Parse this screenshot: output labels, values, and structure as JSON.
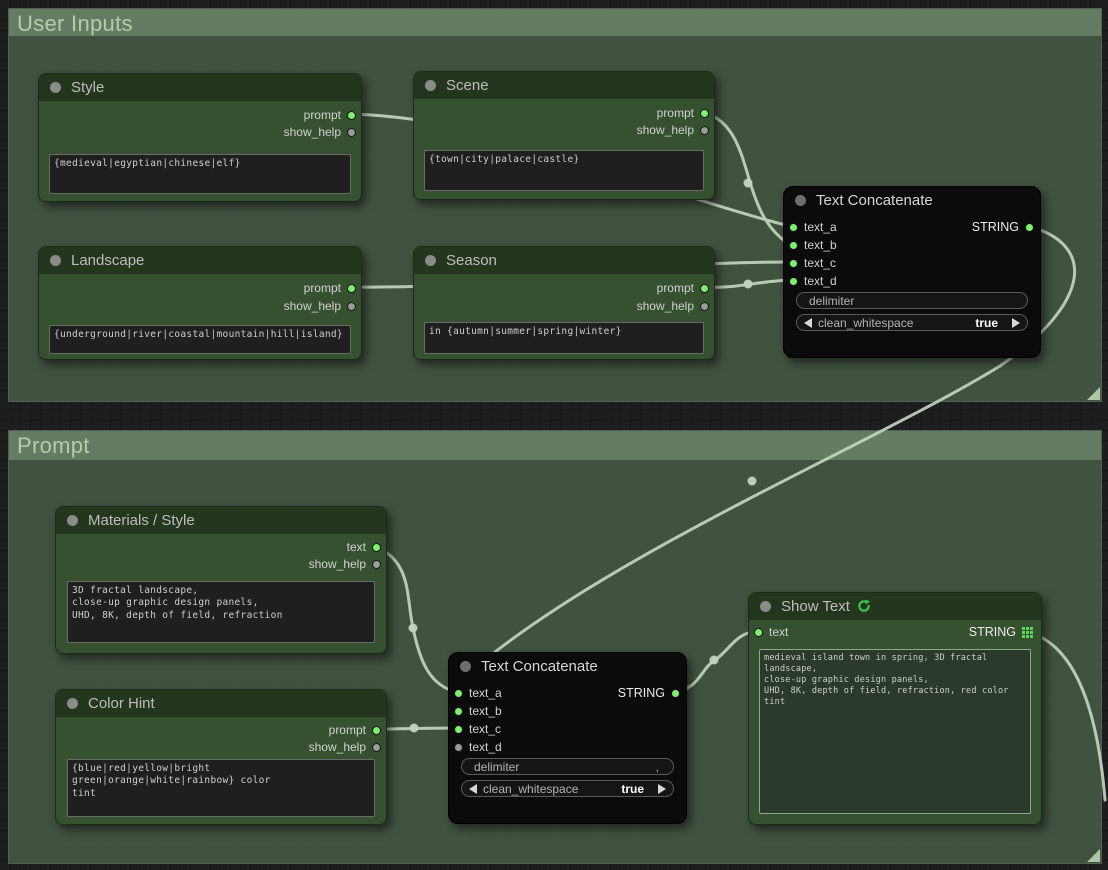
{
  "colors": {
    "wire": "#c3d4bf",
    "port_connected": "#7df16d",
    "port_unconnected": "#9a9a9a",
    "accent_green": "#3fd04f"
  },
  "groups": {
    "user_inputs": {
      "title": "User Inputs"
    },
    "prompt": {
      "title": "Prompt"
    }
  },
  "nodes": {
    "style": {
      "title": "Style",
      "outputs": [
        "prompt",
        "show_help"
      ],
      "text": "{medieval|egyptian|chinese|elf}"
    },
    "scene": {
      "title": "Scene",
      "outputs": [
        "prompt",
        "show_help"
      ],
      "text": "{town|city|palace|castle}"
    },
    "landscape": {
      "title": "Landscape",
      "outputs": [
        "prompt",
        "show_help"
      ],
      "text": "{underground|river|coastal|mountain|hill|island}"
    },
    "season": {
      "title": "Season",
      "outputs": [
        "prompt",
        "show_help"
      ],
      "text": "in {autumn|summer|spring|winter}"
    },
    "concat_top": {
      "title": "Text Concatenate",
      "inputs": [
        "text_a",
        "text_b",
        "text_c",
        "text_d"
      ],
      "output": "STRING",
      "widgets": {
        "delimiter_label": "delimiter",
        "delimiter_value": "",
        "clean_whitespace_label": "clean_whitespace",
        "clean_whitespace_value": "true"
      }
    },
    "materials": {
      "title": "Materials / Style",
      "outputs": [
        "text",
        "show_help"
      ],
      "text": "3D fractal landscape,\nclose-up graphic design panels,\nUHD, 8K, depth of field, refraction"
    },
    "color_hint": {
      "title": "Color Hint",
      "outputs": [
        "prompt",
        "show_help"
      ],
      "text": "{blue|red|yellow|bright green|orange|white|rainbow} color\ntint"
    },
    "concat_bottom": {
      "title": "Text Concatenate",
      "inputs": [
        "text_a",
        "text_b",
        "text_c",
        "text_d"
      ],
      "output": "STRING",
      "widgets": {
        "delimiter_label": "delimiter",
        "delimiter_value": ",",
        "clean_whitespace_label": "clean_whitespace",
        "clean_whitespace_value": "true"
      }
    },
    "show_text": {
      "title": "Show Text",
      "input": "text",
      "output": "STRING",
      "text": "medieval island town in spring, 3D fractal landscape,\nclose-up graphic design panels,\nUHD, 8K, depth of field, refraction, red color tint"
    }
  }
}
